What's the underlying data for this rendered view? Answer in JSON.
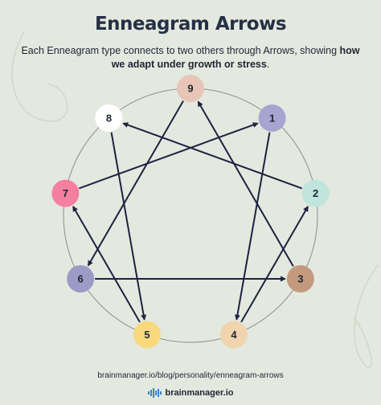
{
  "header": {
    "title": "Enneagram Arrows",
    "subtitle_normal": "Each Enneagram type connects to two others through Arrows, showing ",
    "subtitle_bold": "how we adapt under growth or stress",
    "subtitle_end": "."
  },
  "nodes": [
    {
      "label": "9",
      "color": "#e7c6b8"
    },
    {
      "label": "1",
      "color": "#a8a4d2"
    },
    {
      "label": "2",
      "color": "#bfe5dc"
    },
    {
      "label": "3",
      "color": "#c49a7e"
    },
    {
      "label": "4",
      "color": "#f0d4ad"
    },
    {
      "label": "5",
      "color": "#f9d97e"
    },
    {
      "label": "6",
      "color": "#9c9bc6"
    },
    {
      "label": "7",
      "color": "#f57f9e"
    },
    {
      "label": "8",
      "color": "#ffffff"
    }
  ],
  "arrows": [
    {
      "from": "1",
      "to": "4"
    },
    {
      "from": "4",
      "to": "2"
    },
    {
      "from": "2",
      "to": "8"
    },
    {
      "from": "8",
      "to": "5"
    },
    {
      "from": "5",
      "to": "7"
    },
    {
      "from": "7",
      "to": "1"
    },
    {
      "from": "3",
      "to": "9"
    },
    {
      "from": "9",
      "to": "6"
    },
    {
      "from": "6",
      "to": "3"
    }
  ],
  "footer": {
    "url": "brainmanager.io/blog/personality/enneagram-arrows",
    "brand": "brainmanager.io"
  },
  "colors": {
    "background": "#e3e9df",
    "arrow": "#1c2240",
    "circle": "#8a8f8a"
  },
  "icons": {
    "brand_logo": "brain-waveform-icon"
  }
}
